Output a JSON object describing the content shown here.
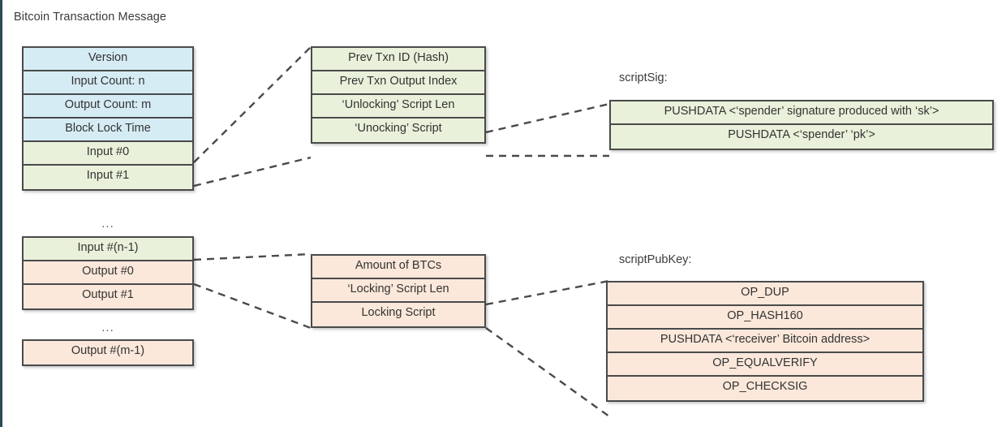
{
  "title": "Bitcoin Transaction Message",
  "colors": {
    "blue": "#d6ecf4",
    "green": "#e9f1da",
    "peach": "#fbe8da",
    "border": "#4a4a4a",
    "text": "#333333"
  },
  "txn_message": {
    "header_rows": [
      {
        "label": "Version",
        "fill": "blue"
      },
      {
        "label": "Input Count: n",
        "fill": "blue"
      },
      {
        "label": "Output Count: m",
        "fill": "blue"
      },
      {
        "label": "Block Lock Time",
        "fill": "blue"
      },
      {
        "label": "Input #0",
        "fill": "green"
      },
      {
        "label": "Input #1",
        "fill": "green"
      }
    ],
    "ellipsis_1": "...",
    "middle_rows": [
      {
        "label": "Input #(n-1)",
        "fill": "green"
      },
      {
        "label": "Output #0",
        "fill": "peach"
      },
      {
        "label": "Output #1",
        "fill": "peach"
      }
    ],
    "ellipsis_2": "...",
    "last_rows": [
      {
        "label": "Output #(m-1)",
        "fill": "peach"
      }
    ]
  },
  "input_detail": {
    "rows": [
      {
        "label": "Prev Txn ID (Hash)",
        "fill": "green"
      },
      {
        "label": "Prev Txn Output Index",
        "fill": "green"
      },
      {
        "label": "‘Unlocking’ Script Len",
        "fill": "green"
      },
      {
        "label": "‘Unocking’ Script",
        "fill": "green"
      }
    ]
  },
  "output_detail": {
    "rows": [
      {
        "label": "Amount of BTCs",
        "fill": "peach"
      },
      {
        "label": "‘Locking’ Script Len",
        "fill": "peach"
      },
      {
        "label": "Locking Script",
        "fill": "peach"
      }
    ]
  },
  "script_sig": {
    "caption": "scriptSig:",
    "rows": [
      {
        "label": "PUSHDATA <‘spender’ signature produced with ‘sk’>",
        "fill": "green"
      },
      {
        "label": "PUSHDATA <‘spender’ ‘pk’>",
        "fill": "green"
      }
    ]
  },
  "script_pub_key": {
    "caption": "scriptPubKey:",
    "rows": [
      {
        "label": "OP_DUP",
        "fill": "peach"
      },
      {
        "label": "OP_HASH160",
        "fill": "peach"
      },
      {
        "label": "PUSHDATA <‘receiver’ Bitcoin address>",
        "fill": "peach"
      },
      {
        "label": "OP_EQUALVERIFY",
        "fill": "peach"
      },
      {
        "label": "OP_CHECKSIG",
        "fill": "peach"
      }
    ]
  }
}
